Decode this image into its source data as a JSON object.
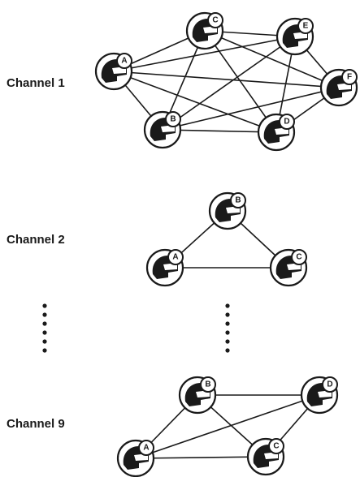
{
  "channels": [
    {
      "label": "Channel 1",
      "nodes": [
        "A",
        "B",
        "C",
        "D",
        "E",
        "F"
      ],
      "edges": [
        [
          "A",
          "B"
        ],
        [
          "A",
          "C"
        ],
        [
          "A",
          "D"
        ],
        [
          "A",
          "E"
        ],
        [
          "A",
          "F"
        ],
        [
          "B",
          "C"
        ],
        [
          "B",
          "D"
        ],
        [
          "B",
          "E"
        ],
        [
          "B",
          "F"
        ],
        [
          "C",
          "D"
        ],
        [
          "C",
          "E"
        ],
        [
          "C",
          "F"
        ],
        [
          "D",
          "E"
        ],
        [
          "D",
          "F"
        ],
        [
          "E",
          "F"
        ]
      ]
    },
    {
      "label": "Channel 2",
      "nodes": [
        "A",
        "B",
        "C"
      ],
      "edges": [
        [
          "A",
          "B"
        ],
        [
          "A",
          "C"
        ],
        [
          "B",
          "C"
        ]
      ]
    },
    {
      "label": "Channel 9",
      "nodes": [
        "A",
        "B",
        "C",
        "D"
      ],
      "edges": [
        [
          "A",
          "B"
        ],
        [
          "A",
          "C"
        ],
        [
          "A",
          "D"
        ],
        [
          "B",
          "C"
        ],
        [
          "B",
          "D"
        ],
        [
          "C",
          "D"
        ]
      ]
    }
  ],
  "continuation_marker": "vertical-dots",
  "icon": "helmet-icon"
}
